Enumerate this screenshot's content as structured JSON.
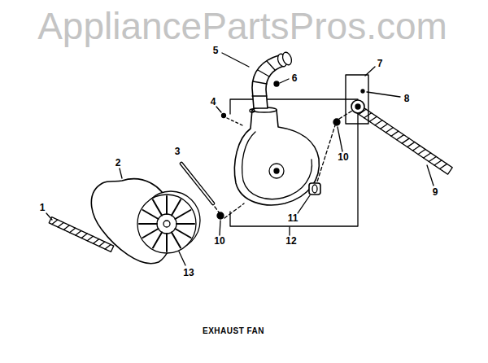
{
  "diagram": {
    "caption": "EXHAUST FAN",
    "labels": [
      "AppliancePartsPros.com",
      "5",
      "6",
      "7",
      "4",
      "8",
      "3",
      "10",
      "2",
      "9",
      "1",
      "11",
      "10",
      "12",
      "13"
    ]
  }
}
